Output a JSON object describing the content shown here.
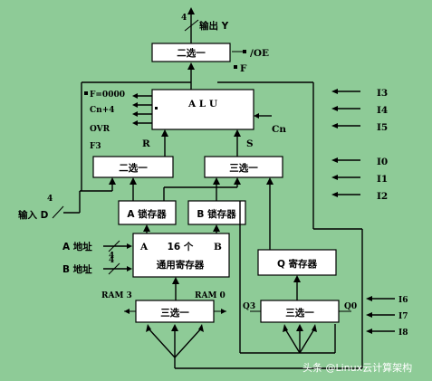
{
  "colors": {
    "background": "#8ecb97",
    "box_fill": "#ffffff",
    "line": "#000000"
  },
  "output": {
    "width_label": "4",
    "label": "输出 Y"
  },
  "out_mux": {
    "label": "二选一",
    "oe_label": "/OE",
    "f_label": "F"
  },
  "alu": {
    "label": "A  L  U",
    "cn_label": "Cn",
    "r_label": "R",
    "s_label": "S",
    "flags": [
      "F=0000",
      "Cn+4",
      "OVR",
      "F3"
    ]
  },
  "instr_inputs": [
    "I3",
    "I4",
    "I5",
    "I0",
    "I1",
    "I2"
  ],
  "r_mux": {
    "label": "二选一"
  },
  "s_mux": {
    "label": "三选一"
  },
  "data_in": {
    "width_label": "4",
    "label": "输入 D"
  },
  "a_latch": {
    "label": "A 锁存器"
  },
  "b_latch": {
    "label": "B 锁存器"
  },
  "regfile": {
    "line1_a": "A",
    "line1_mid": "16 个",
    "line1_b": "B",
    "line2": "通用寄存器"
  },
  "a_addr": {
    "label": "A 地址",
    "width_label": "4"
  },
  "b_addr": {
    "label": "B 地址",
    "width_label": "4"
  },
  "q_reg": {
    "label": "Q 寄存器"
  },
  "ram_shift": {
    "label": "三选一",
    "ram3": "RAM 3",
    "ram0": "RAM 0"
  },
  "q_shift": {
    "label": "三选一",
    "q3": "Q3",
    "q0": "Q0"
  },
  "shift_inputs": [
    "I6",
    "I7",
    "I8"
  ],
  "watermark": "头条 @Linux云计算架构"
}
